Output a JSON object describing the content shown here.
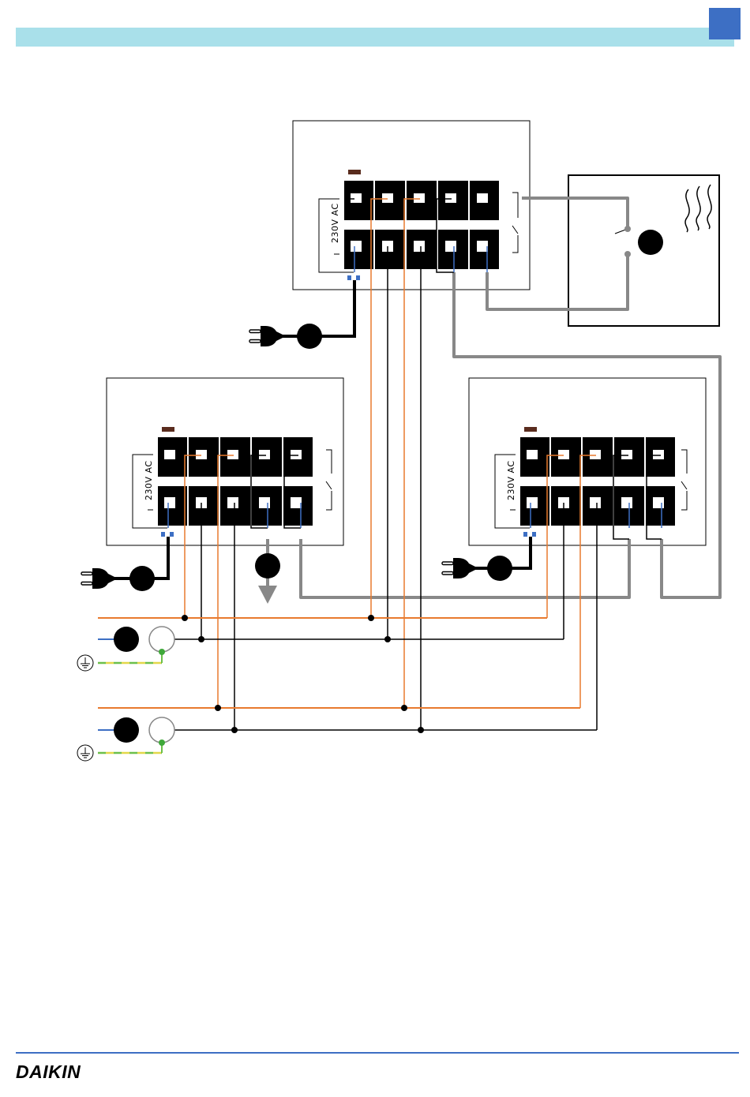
{
  "brand": {
    "name": "DAIKIN"
  },
  "colors": {
    "header_band": "#a9e0ea",
    "accent": "#3d6fc4",
    "live_wire": "#e87a2e",
    "neutral_wire": "#3d6fc4",
    "earth_wire_green": "#6cbf4a",
    "earth_wire_yellow": "#e3d84a",
    "signal_wire": "#888888",
    "terminal_block": "#000000",
    "led": "#5a2c1e"
  },
  "controllers": [
    {
      "id": "top",
      "voltage_label": "230V AC"
    },
    {
      "id": "left",
      "voltage_label": "230V AC"
    },
    {
      "id": "right",
      "voltage_label": "230V AC"
    }
  ],
  "icons": [
    "power-plug-icon",
    "heater-waves-icon",
    "earth-ground-icon",
    "thermostat-switch-icon",
    "drain-arrow-icon"
  ]
}
